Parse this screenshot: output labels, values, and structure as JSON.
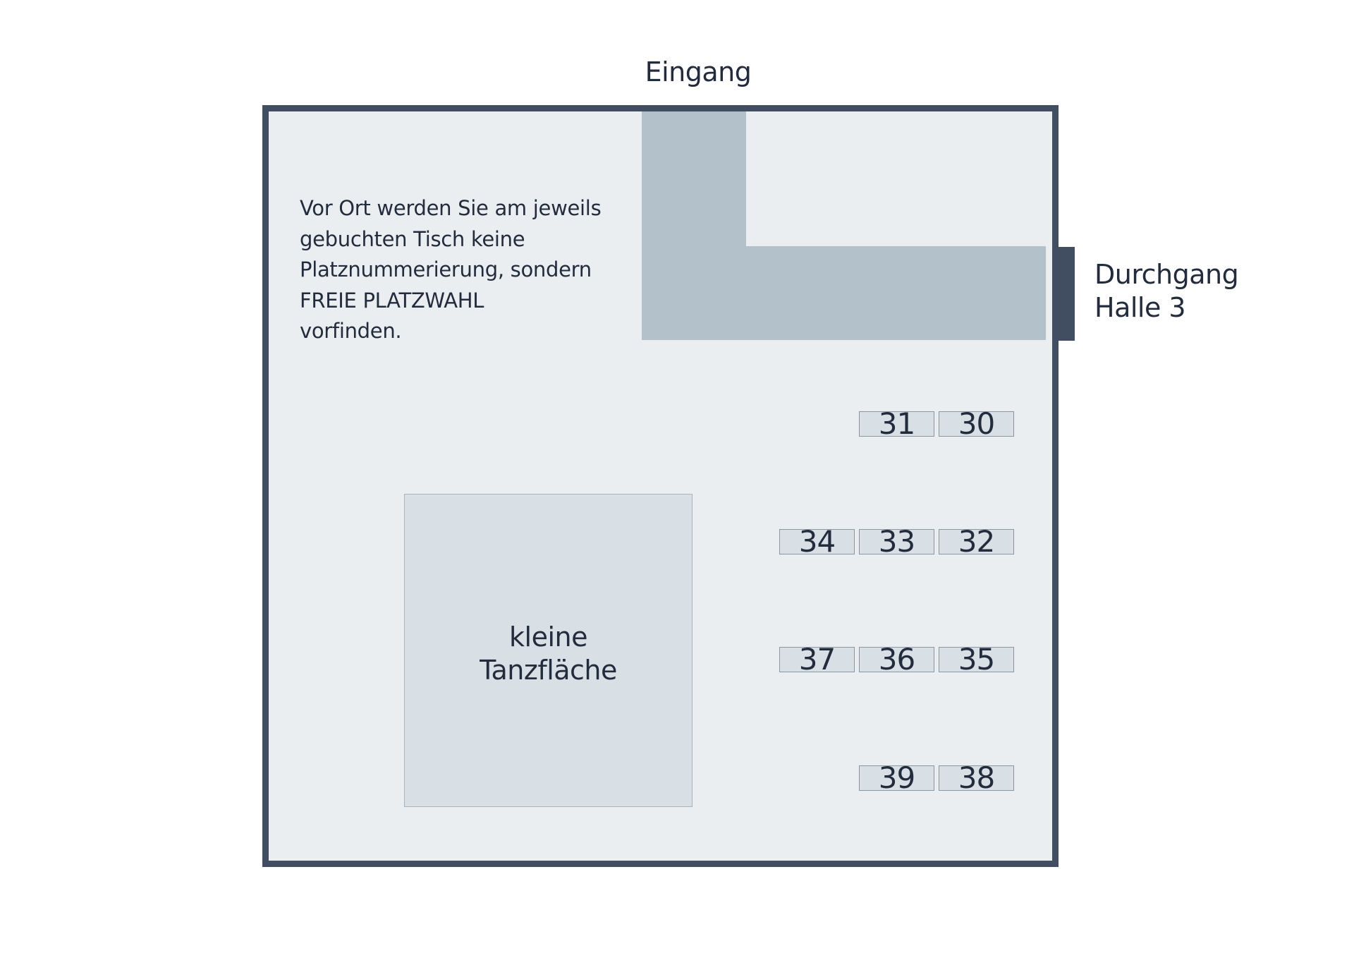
{
  "entrance_label": "Eingang",
  "passage_label": {
    "line1": "Durchgang",
    "line2": "Halle 3"
  },
  "info_text": {
    "lines": [
      "Vor Ort werden Sie am jeweils",
      "gebuchten Tisch keine",
      "Platznummerierung, sondern",
      "FREIE PLATZWAHL",
      "vorfinden."
    ]
  },
  "dance_floor": {
    "line1": "kleine",
    "line2": "Tanzfläche"
  },
  "tables": {
    "t30": "30",
    "t31": "31",
    "t32": "32",
    "t33": "33",
    "t34": "34",
    "t35": "35",
    "t36": "36",
    "t37": "37",
    "t38": "38",
    "t39": "39"
  },
  "colors": {
    "wall": "#414d60",
    "floor": "#eaeef1",
    "bar": "#b2c1ca",
    "table_fill": "#d8dfe5",
    "text": "#232c3d"
  }
}
